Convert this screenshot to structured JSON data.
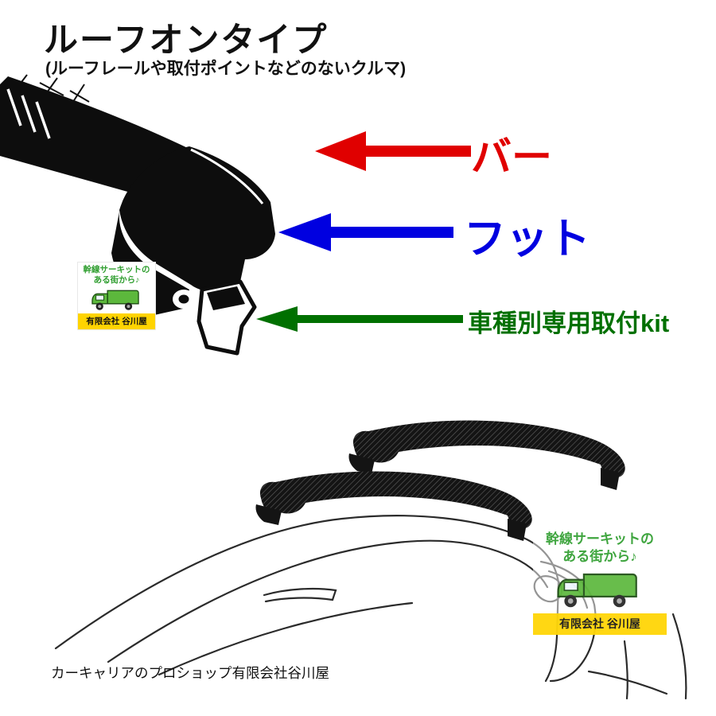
{
  "page": {
    "title": "ルーフオンタイプ",
    "subtitle": "(ルーフレールや取付ポイントなどのないクルマ)",
    "footer": "カーキャリアのプロショップ有限会社谷川屋"
  },
  "annotations": {
    "bar": {
      "label": "バー",
      "color": "#e00000"
    },
    "foot": {
      "label": "フット",
      "color": "#0000e0"
    },
    "kit": {
      "label": "車種別専用取付kit",
      "color": "#007000"
    }
  },
  "watermark": {
    "line1": "幹線サーキットの",
    "line2": "ある街から♪",
    "company": "有限会社 谷川屋",
    "text_color": "#2f9e2f",
    "truck_color": "#5cb83c",
    "banner_color": "#ffd400"
  }
}
